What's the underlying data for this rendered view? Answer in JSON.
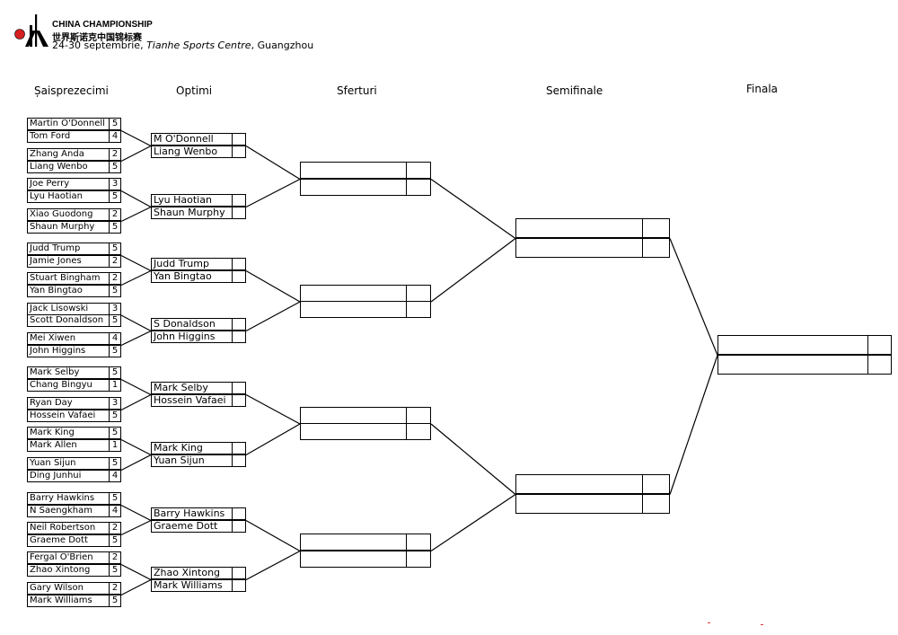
{
  "header": {
    "title": "CHINA CHAMPIONSHIP",
    "title_cn": "世界斯诺克中国锦标赛",
    "dates": "24-30 septembrie, ",
    "venue": "Tianhe Sports Centre",
    "city": ", Guangzhou"
  },
  "columns": {
    "r32": "Șaisprezecimi",
    "r16": "Optimi",
    "qf": "Sferturi",
    "sf": "Semifinale",
    "final": "Finala"
  },
  "round32": [
    [
      {
        "name": "Martin O'Donnell",
        "score": "5"
      },
      {
        "name": "Tom Ford",
        "score": "4"
      }
    ],
    [
      {
        "name": "Zhang Anda",
        "score": "2"
      },
      {
        "name": "Liang Wenbo",
        "score": "5"
      }
    ],
    [
      {
        "name": "Joe Perry",
        "score": "3"
      },
      {
        "name": "Lyu Haotian",
        "score": "5"
      }
    ],
    [
      {
        "name": "Xiao Guodong",
        "score": "2"
      },
      {
        "name": "Shaun Murphy",
        "score": "5"
      }
    ],
    [
      {
        "name": "Judd Trump",
        "score": "5"
      },
      {
        "name": "Jamie Jones",
        "score": "2"
      }
    ],
    [
      {
        "name": "Stuart Bingham",
        "score": "2"
      },
      {
        "name": "Yan Bingtao",
        "score": "5"
      }
    ],
    [
      {
        "name": "Jack Lisowski",
        "score": "3"
      },
      {
        "name": "Scott Donaldson",
        "score": "5"
      }
    ],
    [
      {
        "name": "Mei Xiwen",
        "score": "4"
      },
      {
        "name": "John Higgins",
        "score": "5"
      }
    ],
    [
      {
        "name": "Mark Selby",
        "score": "5"
      },
      {
        "name": "Chang Bingyu",
        "score": "1"
      }
    ],
    [
      {
        "name": "Ryan Day",
        "score": "3"
      },
      {
        "name": "Hossein Vafaei",
        "score": "5"
      }
    ],
    [
      {
        "name": "Mark King",
        "score": "5"
      },
      {
        "name": "Mark Allen",
        "score": "1"
      }
    ],
    [
      {
        "name": "Yuan Sijun",
        "score": "5"
      },
      {
        "name": "Ding Junhui",
        "score": "4"
      }
    ],
    [
      {
        "name": "Barry Hawkins",
        "score": "5"
      },
      {
        "name": "N Saengkham",
        "score": "4"
      }
    ],
    [
      {
        "name": "Neil Robertson",
        "score": "2"
      },
      {
        "name": "Graeme Dott",
        "score": "5"
      }
    ],
    [
      {
        "name": "Fergal O'Brien",
        "score": "2"
      },
      {
        "name": "Zhao Xintong",
        "score": "5"
      }
    ],
    [
      {
        "name": "Gary Wilson",
        "score": "2"
      },
      {
        "name": "Mark Williams",
        "score": "5"
      }
    ]
  ],
  "round16": [
    [
      {
        "name": "M O'Donnell",
        "score": ""
      },
      {
        "name": "Liang Wenbo",
        "score": ""
      }
    ],
    [
      {
        "name": "Lyu Haotian",
        "score": ""
      },
      {
        "name": "Shaun Murphy",
        "score": ""
      }
    ],
    [
      {
        "name": "Judd Trump",
        "score": ""
      },
      {
        "name": "Yan Bingtao",
        "score": ""
      }
    ],
    [
      {
        "name": "S Donaldson",
        "score": ""
      },
      {
        "name": "John Higgins",
        "score": ""
      }
    ],
    [
      {
        "name": "Mark Selby",
        "score": ""
      },
      {
        "name": "Hossein Vafaei",
        "score": ""
      }
    ],
    [
      {
        "name": "Mark King",
        "score": ""
      },
      {
        "name": "Yuan Sijun",
        "score": ""
      }
    ],
    [
      {
        "name": "Barry Hawkins",
        "score": ""
      },
      {
        "name": "Graeme Dott",
        "score": ""
      }
    ],
    [
      {
        "name": "Zhao Xintong",
        "score": ""
      },
      {
        "name": "Mark Williams",
        "score": ""
      }
    ]
  ],
  "quarterfinals": [
    [
      {
        "name": "",
        "score": ""
      },
      {
        "name": "",
        "score": ""
      }
    ],
    [
      {
        "name": "",
        "score": ""
      },
      {
        "name": "",
        "score": ""
      }
    ],
    [
      {
        "name": "",
        "score": ""
      },
      {
        "name": "",
        "score": ""
      }
    ],
    [
      {
        "name": "",
        "score": ""
      },
      {
        "name": "",
        "score": ""
      }
    ]
  ],
  "semifinals": [
    [
      {
        "name": "",
        "score": ""
      },
      {
        "name": "",
        "score": ""
      }
    ],
    [
      {
        "name": "",
        "score": ""
      },
      {
        "name": "",
        "score": ""
      }
    ]
  ],
  "final": [
    [
      {
        "name": "",
        "score": ""
      },
      {
        "name": "",
        "score": ""
      }
    ]
  ]
}
